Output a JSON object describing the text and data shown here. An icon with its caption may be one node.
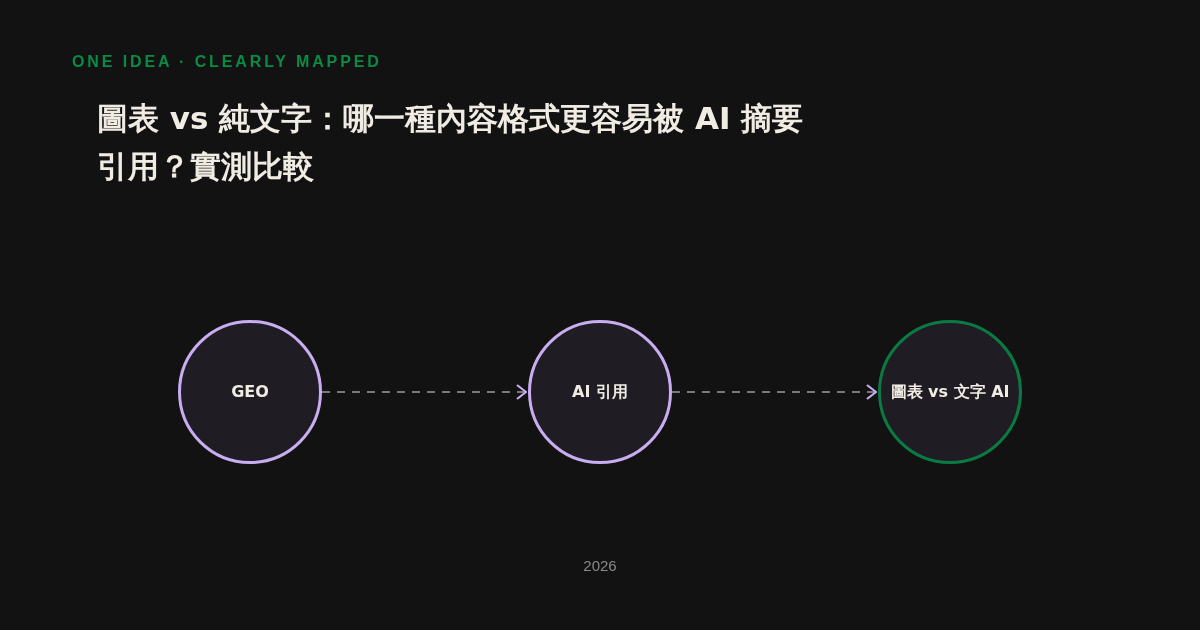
{
  "diagram": {
    "title": "圖表 vs 純文字：哪一種內容格式更容易被 AI 摘要引用？實測比較",
    "nodes": [
      {
        "text": [
          "GEO"
        ]
      },
      {
        "text": [
          "AI 引用"
        ]
      },
      {
        "text": [
          "圖表 vs 文字 AI"
        ]
      }
    ],
    "edges": [
      {
        "from": 0,
        "to": 1,
        "arrow": "to",
        "style": "dashed"
      },
      {
        "from": 1,
        "to": 2,
        "arrow": "to",
        "style": "dashed"
      }
    ],
    "labels": [
      "ONE IDEA · CLEARLY MAPPED",
      "2026"
    ]
  }
}
